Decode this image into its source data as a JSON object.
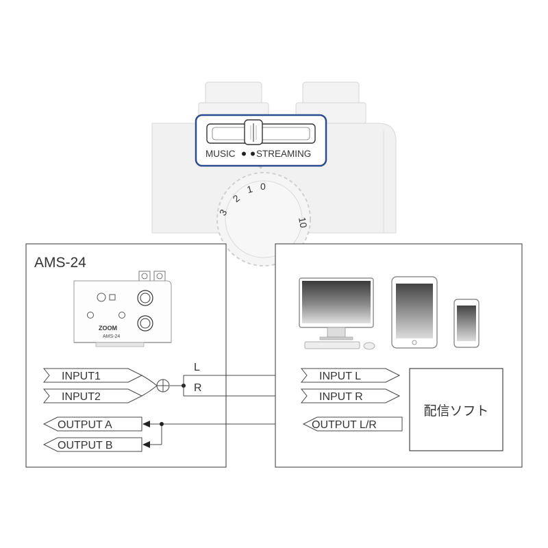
{
  "switch_panel": {
    "label_music": "MUSIC",
    "label_streaming": "STREAMING",
    "dial_numbers": [
      "3",
      "2",
      "1",
      "0",
      "10"
    ]
  },
  "device_box": {
    "title": "AMS-24",
    "device_brand": "ZOOM",
    "device_model": "AMS-24"
  },
  "inputs": [
    "INPUT1",
    "INPUT2"
  ],
  "outputs": [
    "OUTPUT A",
    "OUTPUT B"
  ],
  "channels": {
    "left": "L",
    "right": "R"
  },
  "computer_box": {
    "inputs": [
      "INPUT L",
      "INPUT R"
    ],
    "output": "OUTPUT L/R",
    "software": "配信ソフト"
  },
  "colors": {
    "highlight": "#2a4b8d",
    "line": "#555555",
    "device_outline": "#bbbbbb"
  }
}
